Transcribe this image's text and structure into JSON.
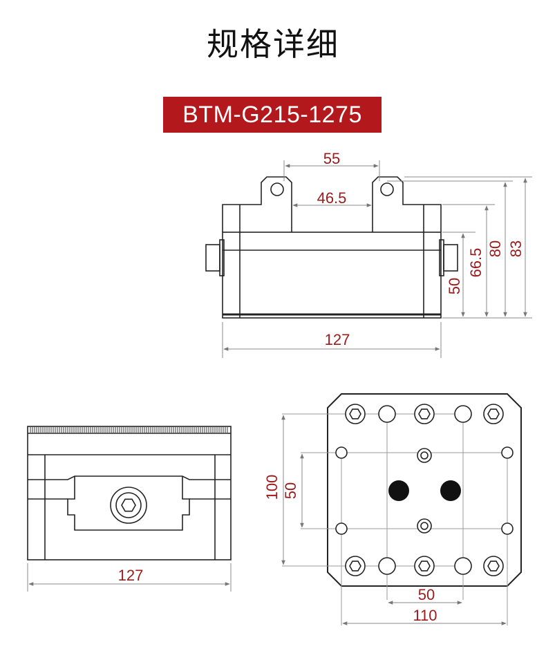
{
  "header": {
    "title": "规格详细",
    "model": "BTM-G215-1275"
  },
  "colors": {
    "badge_bg": "#b3191c",
    "dimension_text": "#9b1b1b",
    "outline": "#222222",
    "dimension_line": "#888888",
    "grid_line": "#9a9a9a"
  },
  "front_view": {
    "dim_top_width": "55",
    "dim_inner_width": "46.5",
    "dim_h_50": "50",
    "dim_h_66_5": "66.5",
    "dim_h_80": "80",
    "dim_h_83": "83",
    "dim_length": "127"
  },
  "side_view": {
    "dim_length": "127"
  },
  "bottom_view": {
    "dim_h_100": "100",
    "dim_h_50": "50",
    "dim_w_50": "50",
    "dim_w_110": "110"
  }
}
